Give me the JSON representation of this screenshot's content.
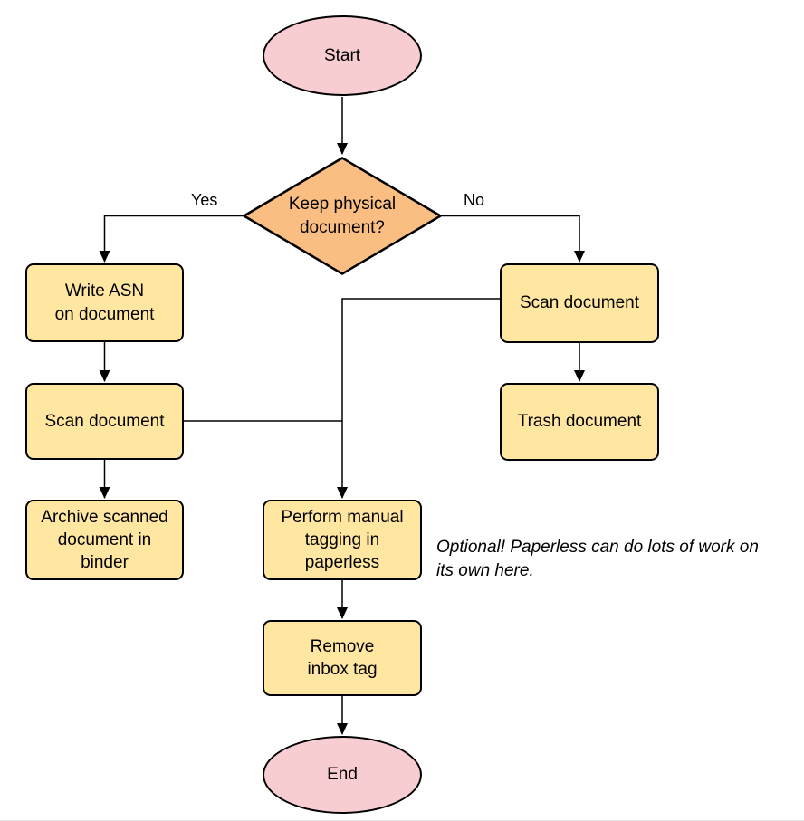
{
  "diagram": {
    "type": "flowchart",
    "nodes": {
      "start": {
        "shape": "terminal",
        "label": "Start"
      },
      "decision": {
        "shape": "decision",
        "label": "Keep physical\ndocument?"
      },
      "write_asn": {
        "shape": "process",
        "label": "Write ASN\non document"
      },
      "scan_left": {
        "shape": "process",
        "label": "Scan document"
      },
      "archive": {
        "shape": "process",
        "label": "Archive scanned\ndocument in\nbinder"
      },
      "scan_right": {
        "shape": "process",
        "label": "Scan document"
      },
      "trash": {
        "shape": "process",
        "label": "Trash document"
      },
      "tagging": {
        "shape": "process",
        "label": "Perform manual\ntagging in\npaperless"
      },
      "remove_inbox": {
        "shape": "process",
        "label": "Remove\ninbox tag"
      },
      "end": {
        "shape": "terminal",
        "label": "End"
      }
    },
    "edges": [
      {
        "from": "start",
        "to": "decision"
      },
      {
        "from": "decision",
        "to": "write_asn",
        "label": "Yes"
      },
      {
        "from": "decision",
        "to": "scan_right",
        "label": "No"
      },
      {
        "from": "write_asn",
        "to": "scan_left"
      },
      {
        "from": "scan_left",
        "to": "archive"
      },
      {
        "from": "scan_right",
        "to": "trash"
      },
      {
        "from": "scan_right",
        "to": "tagging"
      },
      {
        "from": "scan_left",
        "to": "tagging"
      },
      {
        "from": "tagging",
        "to": "remove_inbox"
      },
      {
        "from": "remove_inbox",
        "to": "end"
      }
    ],
    "annotation": "Optional! Paperless can do lots of work on\nits own here.",
    "colors": {
      "terminal_fill": "#F8CDD1",
      "decision_fill": "#FABE82",
      "process_fill": "#FFE6A1",
      "stroke": "#000000",
      "background": "#FFFFFF"
    }
  }
}
